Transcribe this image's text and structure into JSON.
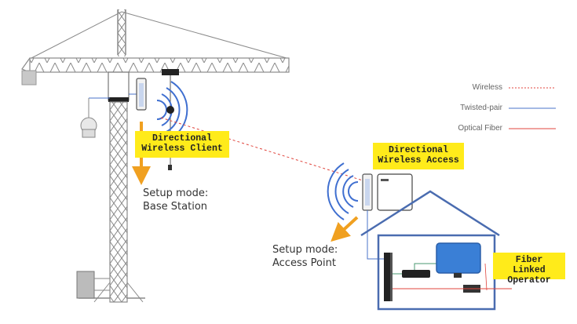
{
  "legend": [
    {
      "label": "Wireless",
      "color": "#e0443c",
      "style": "dashed"
    },
    {
      "label": "Twisted-pair",
      "color": "#4a73c8",
      "style": "solid"
    },
    {
      "label": "Optical Fiber",
      "color": "#e0443c",
      "style": "solid"
    }
  ],
  "callouts": {
    "client": {
      "line1": "Directional",
      "line2": "Wireless Client"
    },
    "access": {
      "line1": "Directional",
      "line2": "Wireless Access"
    },
    "operator": {
      "line1": "Fiber Linked",
      "line2": "Operator"
    }
  },
  "modes": {
    "base": {
      "line1": "Setup mode:",
      "line2": "Base Station"
    },
    "ap": {
      "line1": "Setup mode:",
      "line2": "Access Point"
    }
  },
  "colors": {
    "callout": "#ffeb1a",
    "arrow": "#f0a020",
    "signal": "#3f6fd0",
    "house": "#4a6cb0",
    "crane": "#8a8a8a"
  }
}
